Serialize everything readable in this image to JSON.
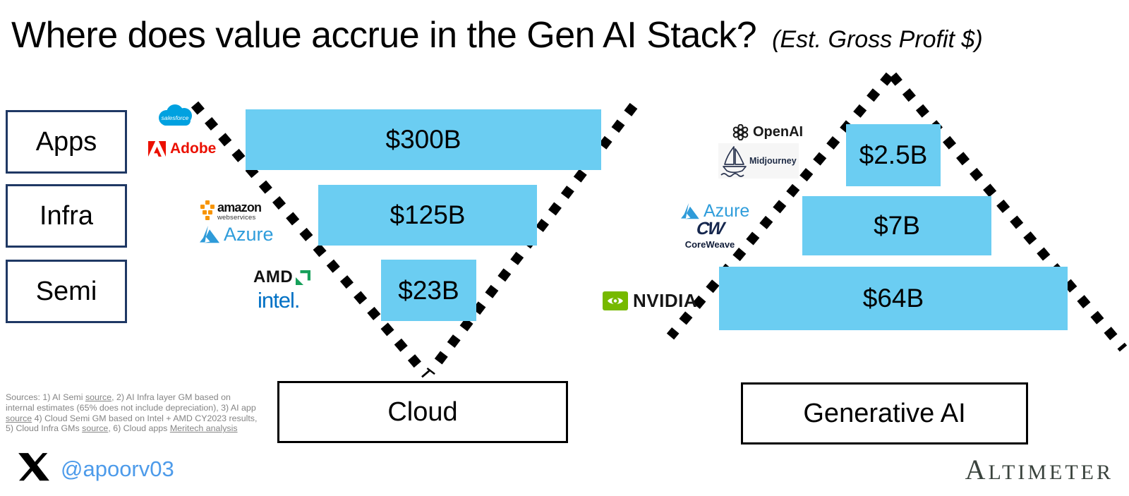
{
  "title": {
    "text": "Where does value accrue in the Gen AI Stack?",
    "qualifier": "(Est. Gross Profit $)"
  },
  "layer_labels": [
    "Apps",
    "Infra",
    "Semi"
  ],
  "chart_data": [
    {
      "type": "funnel",
      "orientation": "inverted-pyramid",
      "title": "Cloud",
      "unit": "USD billions, est. gross profit",
      "categories": [
        "Apps",
        "Infra",
        "Semi"
      ],
      "values": [
        300,
        125,
        23
      ],
      "labels": [
        "$300B",
        "$125B",
        "$23B"
      ],
      "companies": [
        [
          "Salesforce",
          "Adobe"
        ],
        [
          "Amazon Web Services",
          "Azure"
        ],
        [
          "AMD",
          "Intel"
        ]
      ]
    },
    {
      "type": "funnel",
      "orientation": "pyramid",
      "title": "Generative AI",
      "unit": "USD billions, est. gross profit",
      "categories": [
        "Apps",
        "Infra",
        "Semi"
      ],
      "values": [
        2.5,
        7,
        64
      ],
      "labels": [
        "$2.5B",
        "$7B",
        "$64B"
      ],
      "companies": [
        [
          "OpenAI",
          "Midjourney"
        ],
        [
          "Azure",
          "CoreWeave"
        ],
        [
          "NVIDIA"
        ]
      ]
    }
  ],
  "logos": {
    "salesforce": "salesforce",
    "adobe": "Adobe",
    "amazon": "amazon",
    "amazon_sub": "webservices",
    "azure": "Azure",
    "amd": "AMD",
    "intel": "intel.",
    "openai": "OpenAI",
    "midjourney": "Midjourney",
    "coreweave_mark": "CW",
    "coreweave": "CoreWeave",
    "nvidia": "NVIDIA"
  },
  "sources": {
    "segments": [
      {
        "t": "Sources: 1) AI Semi ",
        "u": false
      },
      {
        "t": "source",
        "u": true
      },
      {
        "t": ", 2) AI Infra layer GM based on internal estimates (65% does not include depreciation), 3) AI app ",
        "u": false
      },
      {
        "t": "source",
        "u": true
      },
      {
        "t": " 4) Cloud Semi GM based on Intel + AMD CY2023 results, 5) Cloud Infra GMs ",
        "u": false
      },
      {
        "t": "source",
        "u": true
      },
      {
        "t": ", 6) Cloud apps ",
        "u": false
      },
      {
        "t": "Meritech analysis",
        "u": true
      }
    ]
  },
  "footer": {
    "x_handle": "@apoorv03",
    "brand": "ALTIMETER"
  },
  "colors": {
    "bar_fill": "#6BCDF2",
    "layer_box_border": "#1F3864",
    "dotted_line": "#000000",
    "x_handle_blue": "#4D9BEA",
    "sources_gray": "#858585",
    "altimeter_gray": "#3A433D",
    "salesforce_blue": "#00A1E0",
    "adobe_red": "#EB1000",
    "aws_orange": "#F79400",
    "azure_blue": "#2F9DDB",
    "amd_green": "#17A05A",
    "intel_blue": "#0071C5",
    "nvidia_green": "#76B900",
    "coreweave_navy": "#16274E"
  }
}
